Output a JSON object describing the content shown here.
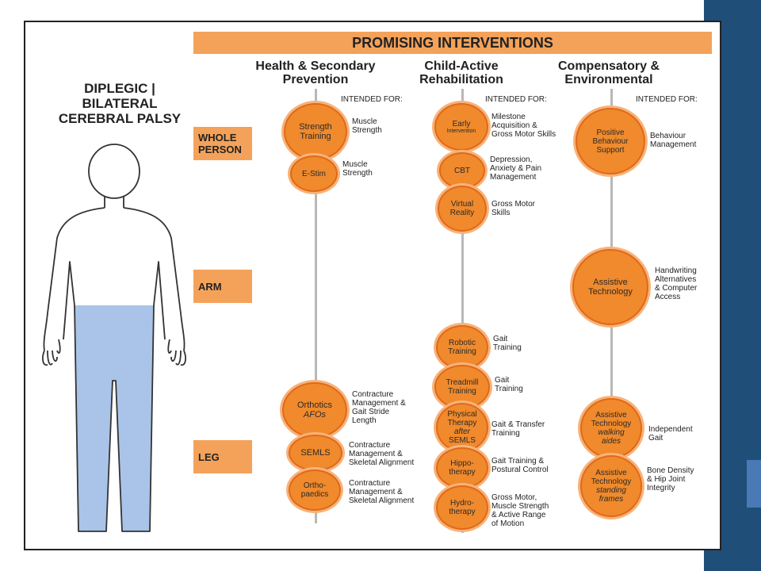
{
  "banner": "PROMISING INTERVENTIONS",
  "diagnosis": [
    "DIPLEGIC |",
    "BILATERAL",
    "CEREBRAL PALSY"
  ],
  "columns": {
    "c1": [
      "Health & Secondary",
      "Prevention"
    ],
    "c2": [
      "Child-Active",
      "Rehabilitation"
    ],
    "c3": [
      "Compensatory &",
      "Environmental"
    ]
  },
  "intended_for": "INTENDED FOR:",
  "regions": {
    "whole_person": [
      "WHOLE",
      "PERSON"
    ],
    "arm": "ARM",
    "leg": "LEG"
  },
  "colors": {
    "accent": "#f4a25a",
    "circle": "#f08a2c",
    "body_fill": "#a9c4e8",
    "sidebar": "#1f4e79"
  },
  "interventions": {
    "strength": {
      "name": [
        "Strength",
        "Training"
      ],
      "for": [
        "Muscle",
        "Strength"
      ]
    },
    "estim": {
      "name": [
        "E-Stim"
      ],
      "for": [
        "Muscle",
        "Strength"
      ]
    },
    "orthotics": {
      "name": [
        "Orthotics"
      ],
      "sub": "AFOs",
      "for": [
        "Contracture",
        "Management &",
        "Gait Stride",
        "Length"
      ]
    },
    "semls": {
      "name": [
        "SEMLS"
      ],
      "for": [
        "Contracture",
        "Management &",
        "Skeletal Alignment"
      ]
    },
    "orthopaedics": {
      "name": [
        "Ortho-",
        "paedics"
      ],
      "for": [
        "Contracture",
        "Management &",
        "Skeletal Alignment"
      ]
    },
    "early": {
      "name": [
        "Early"
      ],
      "sub": "Intervention",
      "for": [
        "Milestone",
        "Acquisition &",
        "Gross Motor Skills"
      ]
    },
    "cbt": {
      "name": [
        "CBT"
      ],
      "for": [
        "Depression,",
        "Anxiety & Pain",
        "Management"
      ]
    },
    "vr": {
      "name": [
        "Virtual",
        "Reality"
      ],
      "for": [
        "Gross Motor",
        "Skills"
      ]
    },
    "robotic": {
      "name": [
        "Robotic",
        "Training"
      ],
      "for": [
        "Gait",
        "Training"
      ]
    },
    "treadmill": {
      "name": [
        "Treadmill",
        "Training"
      ],
      "for": [
        "Gait",
        "Training"
      ]
    },
    "pt": {
      "name": [
        "Physical",
        "Therapy",
        "after",
        "SEMLS"
      ],
      "for": [
        "Gait & Transfer",
        "Training"
      ]
    },
    "hippo": {
      "name": [
        "Hippo-",
        "therapy"
      ],
      "for": [
        "Gait Training &",
        "Postural Control"
      ]
    },
    "hydro": {
      "name": [
        "Hydro-",
        "therapy"
      ],
      "for": [
        "Gross Motor,",
        "Muscle Strength",
        "& Active Range",
        "of Motion"
      ]
    },
    "pbs": {
      "name": [
        "Positive",
        "Behaviour",
        "Support"
      ],
      "for": [
        "Behaviour",
        "Management"
      ]
    },
    "at_arm": {
      "name": [
        "Assistive",
        "Technology"
      ],
      "for": [
        "Handwriting",
        "Alternatives",
        "& Computer",
        "Access"
      ]
    },
    "at_walk": {
      "name": [
        "Assistive",
        "Technology"
      ],
      "sub": [
        "walking",
        "aides"
      ],
      "for": [
        "Independent",
        "Gait"
      ]
    },
    "at_stand": {
      "name": [
        "Assistive",
        "Technology"
      ],
      "sub": [
        "standing",
        "frames"
      ],
      "for": [
        "Bone Density",
        "& Hip Joint",
        "Integrity"
      ]
    }
  }
}
